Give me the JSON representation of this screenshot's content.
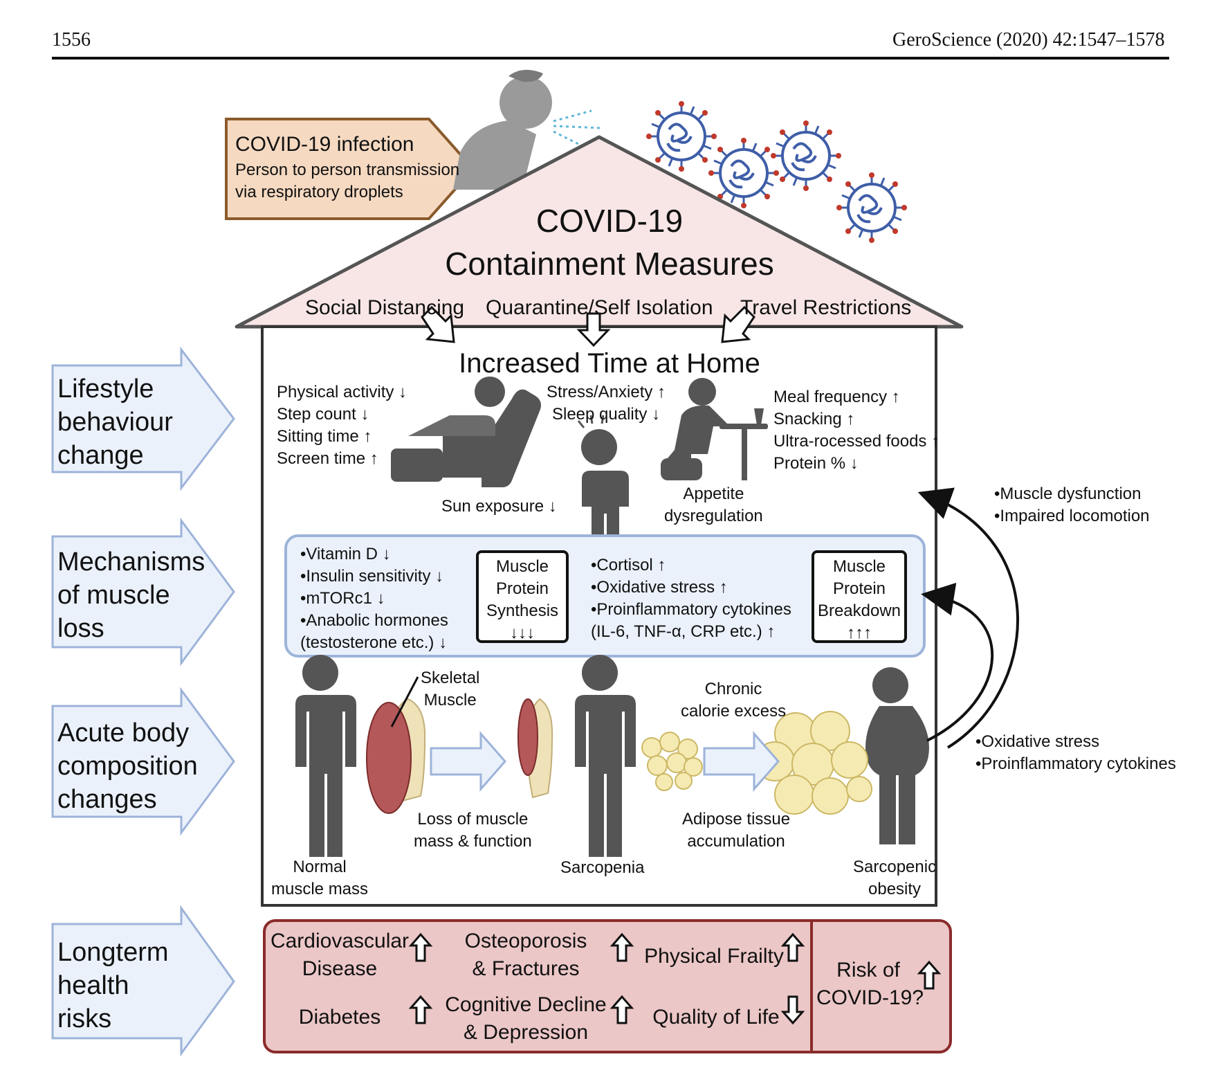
{
  "header": {
    "page_number": "1556",
    "journal": "GeroScience (2020) 42:1547–1578"
  },
  "colors": {
    "side_arrow_fill": "#eaf1fb",
    "side_arrow_stroke": "#9db3d9",
    "roof_fill": "#f8e6e6",
    "infection_fill": "#f5d9c1",
    "infection_stroke": "#8a5a2b",
    "mech_fill": "#eaf1fb",
    "mech_stroke": "#9db3d9",
    "risk_fill": "#ecc7c7",
    "risk_stroke": "#8b2b2b",
    "figure_gray": "#555555",
    "muscle_red": "#b5585a",
    "bone_tan": "#efe2b8",
    "fat_yellow": "#f6eab3",
    "virus_blue": "#3f5ea8"
  },
  "side_labels": {
    "lifestyle": [
      "Lifestyle",
      "behaviour",
      "change"
    ],
    "mechanisms": [
      "Mechanisms",
      "of muscle",
      "loss"
    ],
    "acute": [
      "Acute body",
      "composition",
      "changes"
    ],
    "longterm": [
      "Longterm",
      "health",
      "risks"
    ]
  },
  "infection": {
    "title": "COVID-19 infection",
    "line1": "Person to person transmission",
    "line2": "via respiratory droplets"
  },
  "roof": {
    "title1": "COVID-19",
    "title2": "Containment Measures",
    "measures": [
      "Social Distancing",
      "Quarantine/Self Isolation",
      "Travel Restrictions"
    ]
  },
  "home": {
    "title": "Increased Time at Home"
  },
  "lifestyle": {
    "activity": [
      "Physical activity ↓",
      "Step count ↓",
      "Sitting time ↑",
      "Screen time ↑"
    ],
    "stress": [
      "Stress/Anxiety ↑",
      "Sleep quality ↓"
    ],
    "sun": "Sun exposure ↓",
    "appetite": [
      "Appetite",
      "dysregulation"
    ],
    "meals": [
      "Meal frequency ↑",
      "Snacking ↑",
      "Ultra-rocessed foods ↑",
      "Protein % ↓"
    ]
  },
  "mechanisms": {
    "left": [
      "•Vitamin D ↓",
      "•Insulin sensitivity ↓",
      "•mTORc1 ↓",
      "•Anabolic hormones",
      "(testosterone etc.) ↓"
    ],
    "synthesis": [
      "Muscle",
      "Protein",
      "Synthesis",
      "↓↓↓"
    ],
    "right": [
      "•Cortisol ↑",
      "•Oxidative stress ↑",
      "•Proinflammatory cytokines",
      "(IL-6, TNF-α, CRP etc.) ↑"
    ],
    "breakdown": [
      "Muscle",
      "Protein",
      "Breakdown",
      "↑↑↑"
    ]
  },
  "feedback": {
    "upper": [
      "•Muscle dysfunction",
      "•Impaired locomotion"
    ],
    "lower": [
      "•Oxidative stress",
      "•Proinflammatory cytokines"
    ]
  },
  "body": {
    "skeletal": [
      "Skeletal",
      "Muscle"
    ],
    "loss": [
      "Loss of muscle",
      "mass & function"
    ],
    "chronic": [
      "Chronic",
      "calorie excess"
    ],
    "adipose": [
      "Adipose tissue",
      "accumulation"
    ],
    "normal": [
      "Normal",
      "muscle mass"
    ],
    "sarcopenia": "Sarcopenia",
    "obesity": [
      "Sarcopenic",
      "obesity"
    ]
  },
  "risks": {
    "cardio": [
      "Cardiovascular",
      "Disease"
    ],
    "osteo": [
      "Osteoporosis",
      "& Fractures"
    ],
    "frailty": "Physical Frailty",
    "diabetes": "Diabetes",
    "cognitive": [
      "Cognitive Decline",
      "& Depression"
    ],
    "qol": "Quality of Life",
    "covid": [
      "Risk of",
      "COVID-19?"
    ]
  }
}
